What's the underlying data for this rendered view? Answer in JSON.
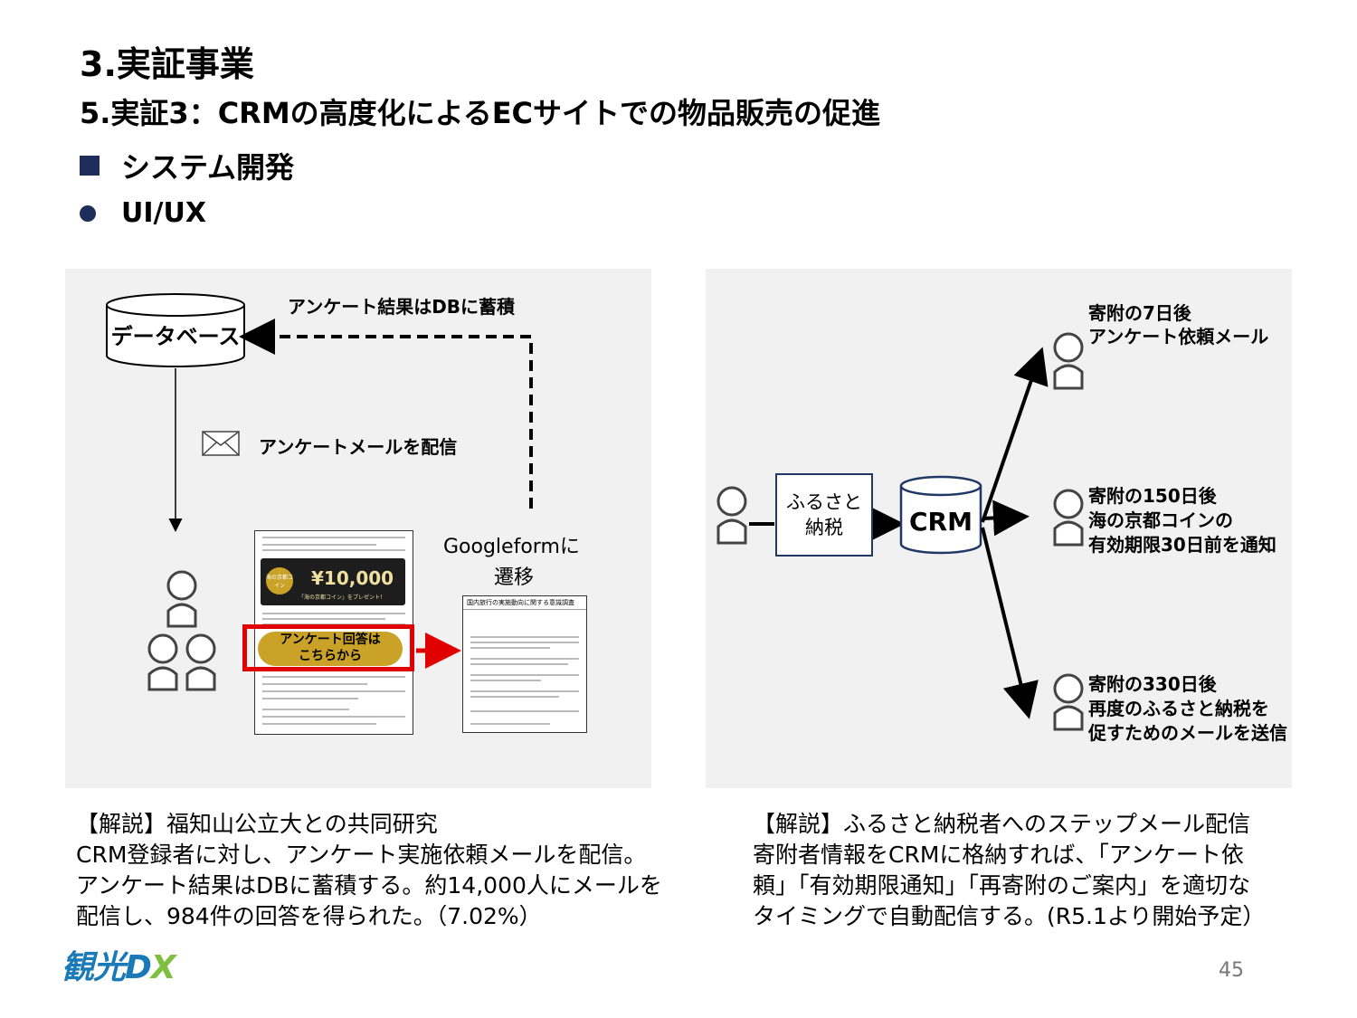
{
  "header": {
    "title": "3.実証事業",
    "subtitle": "5.実証3：CRMの高度化によるECサイトでの物品販売の促進",
    "bullet_section": "システム開発",
    "bullet_item": "UI/UX"
  },
  "left_diagram": {
    "database_label": "データベース",
    "store_label": "アンケート結果はDBに蓄積",
    "mail_label": "アンケートメールを配信",
    "transition_label_1": "Googleformに",
    "transition_label_2": "遷移",
    "coupon_amount": "¥10,000",
    "coupon_badge": "海の京都コイン",
    "coupon_text": "「海の京都コイン」をプレゼント！",
    "answer_button_1": "アンケート回答は",
    "answer_button_2": "こちらから",
    "form_title": "国内旅行の実施動向に関する意識調査"
  },
  "right_diagram": {
    "furusato_box": "ふるさと\n納税",
    "crm_label": "CRM",
    "step1_line1": "寄附の7日後",
    "step1_line2": "アンケート依頼メール",
    "step2_line1": "寄附の150日後",
    "step2_line2": "海の京都コインの",
    "step2_line3": "有効期限30日前を通知",
    "step3_line1": "寄附の330日後",
    "step3_line2": "再度のふるさと納税を",
    "step3_line3": "促すためのメールを送信"
  },
  "notes": {
    "left": [
      "【解説】福知山公立大との共同研究",
      "CRM登録者に対し、アンケート実施依頼メールを配信。",
      "アンケート結果はDBに蓄積する。約14,000人にメールを",
      "配信し、984件の回答を得られた。（7.02%）"
    ],
    "right": [
      "【解説】ふるさと納税者へのステップメール配信",
      "寄附者情報をCRMに格納すれば、「アンケート依",
      "頼」「有効期限通知」「再寄附のご案内」を適切な",
      "タイミングで自動配信する。(R5.1より開始予定）"
    ]
  },
  "footer": {
    "logo_main": "観光D",
    "logo_x": "X",
    "page_number": "45"
  },
  "colors": {
    "navy": "#1f2d5a",
    "highlight_red": "#e00000",
    "coupon_gold": "#c9a227"
  },
  "icons": [
    "envelope-icon",
    "person-icon",
    "database-icon"
  ]
}
